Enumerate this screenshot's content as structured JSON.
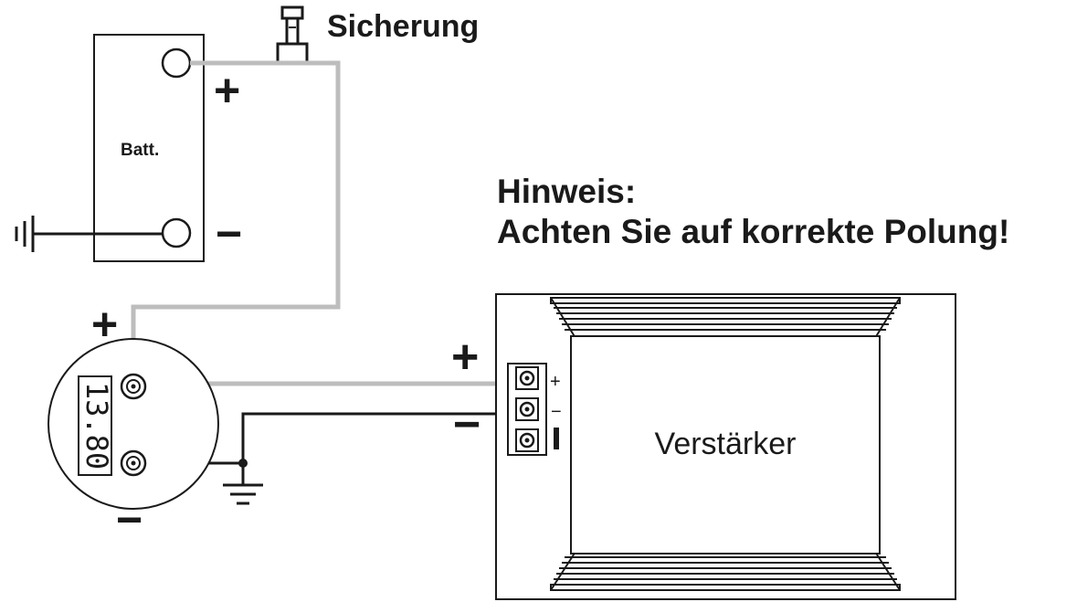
{
  "fuse_label": "Sicherung",
  "battery": {
    "label": "Batt.",
    "plus": "+",
    "minus": "−"
  },
  "note": {
    "title": "Hinweis:",
    "text": "Achten Sie auf korrekte Polung!"
  },
  "voltmeter": {
    "display": "13.80",
    "plus": "+",
    "minus": "−"
  },
  "amplifier": {
    "label": "Verstärker",
    "plus": "+",
    "minus": "−",
    "terminal_plus": "+",
    "terminal_minus": "−"
  },
  "colors": {
    "line": "#1a1a1a",
    "positive_wire": "#bdbdbd",
    "ground_wire": "#1a1a1a"
  }
}
